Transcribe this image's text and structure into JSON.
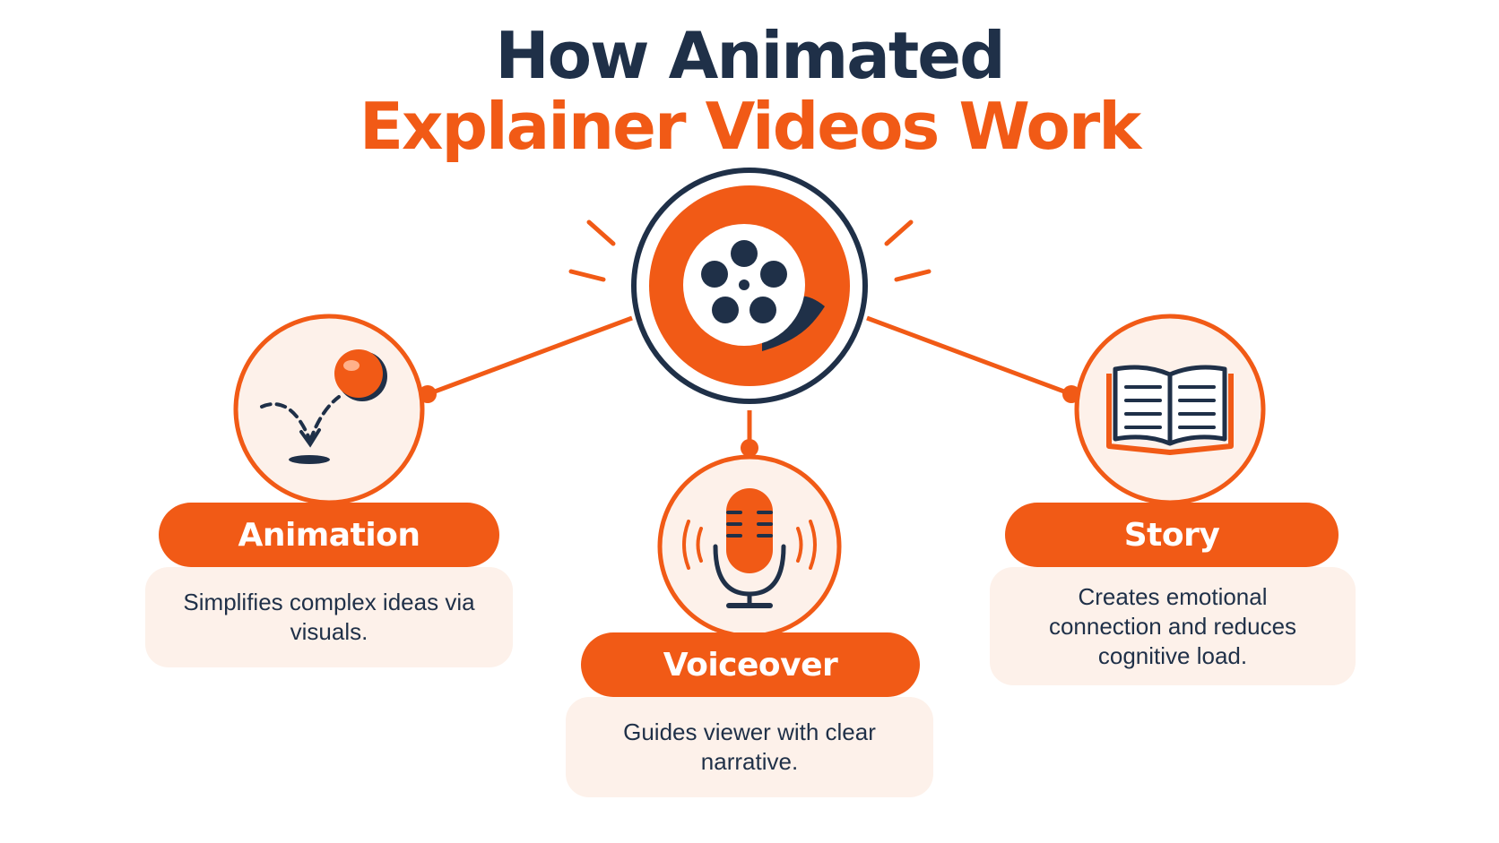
{
  "title": {
    "line1": "How Animated",
    "line2": "Explainer Videos Work"
  },
  "colors": {
    "accent": "#f15a16",
    "navy": "#1f3048",
    "card_bg": "#fdf1ea",
    "background": "#ffffff"
  },
  "center_node": {
    "icon": "film-reel-icon"
  },
  "nodes": [
    {
      "id": "animation",
      "icon": "bouncing-ball-icon",
      "label": "Animation",
      "description": "Simplifies complex ideas via visuals."
    },
    {
      "id": "voiceover",
      "icon": "microphone-icon",
      "label": "Voiceover",
      "description": "Guides viewer with clear narrative."
    },
    {
      "id": "story",
      "icon": "open-book-icon",
      "label": "Story",
      "description": "Creates emotional connection and reduces cognitive load."
    }
  ]
}
